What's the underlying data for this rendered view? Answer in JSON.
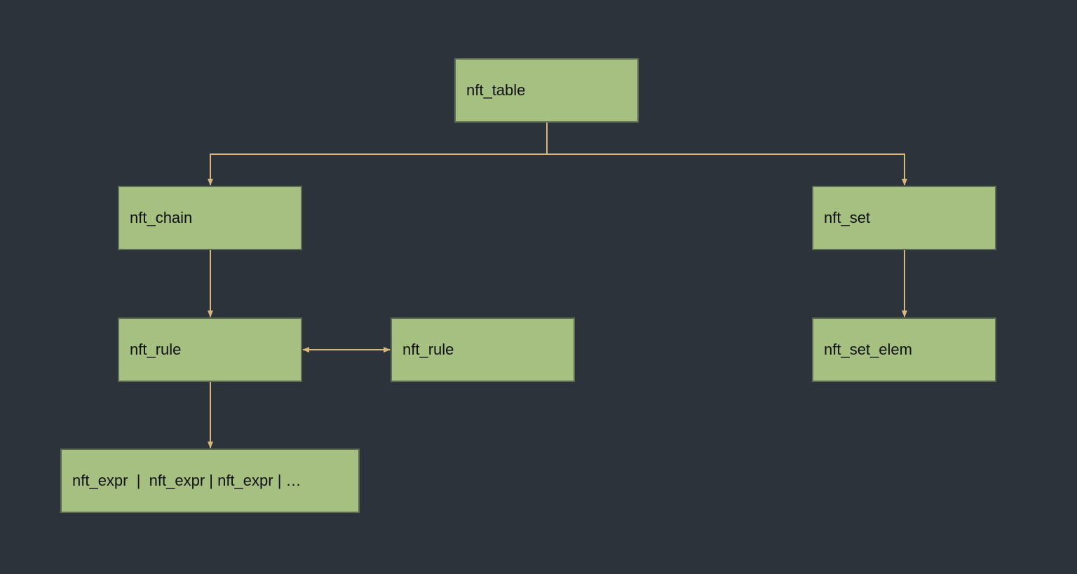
{
  "colors": {
    "background": "#2d333b",
    "node_fill": "#a6c081",
    "node_border": "#5d6b52",
    "edge": "#d6b77e"
  },
  "nodes": {
    "table": "nft_table",
    "chain": "nft_chain",
    "set": "nft_set",
    "rule_1": "nft_rule",
    "rule_2": "nft_rule",
    "set_elem": "nft_set_elem",
    "expr": "nft_expr  |  nft_expr | nft_expr | …"
  }
}
